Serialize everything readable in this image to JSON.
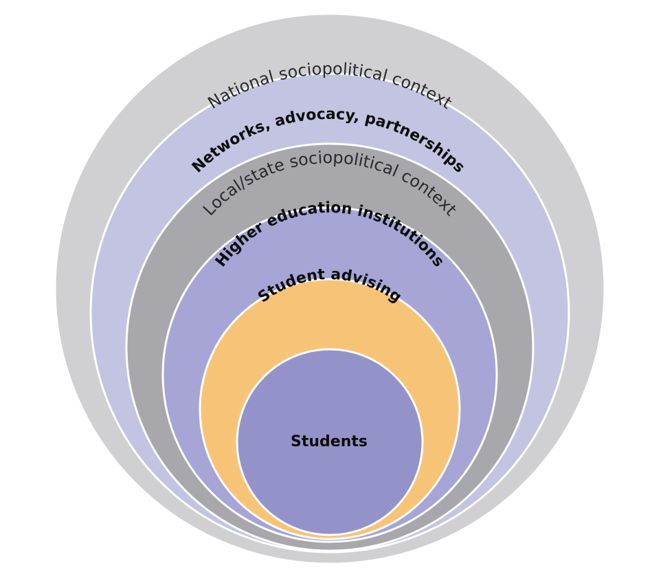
{
  "diagram": {
    "rings": [
      {
        "id": "national",
        "label": "National sociopolitical context",
        "color": "#d0d0d2",
        "weight": "light"
      },
      {
        "id": "networks",
        "label": "Networks, advocacy, partnerships",
        "color": "#c3c3e2",
        "weight": "bold"
      },
      {
        "id": "local",
        "label": "Local/state sociopolitical context",
        "color": "#a8a8ac",
        "weight": "light"
      },
      {
        "id": "institutions",
        "label": "Higher education institutions",
        "color": "#a6a5d6",
        "weight": "bold"
      },
      {
        "id": "advising",
        "label": "Student advising",
        "color": "#f7c477",
        "weight": "bold"
      }
    ],
    "center": {
      "label": "Students",
      "color": "#9493c9"
    },
    "stroke_color": "#ffffff"
  }
}
